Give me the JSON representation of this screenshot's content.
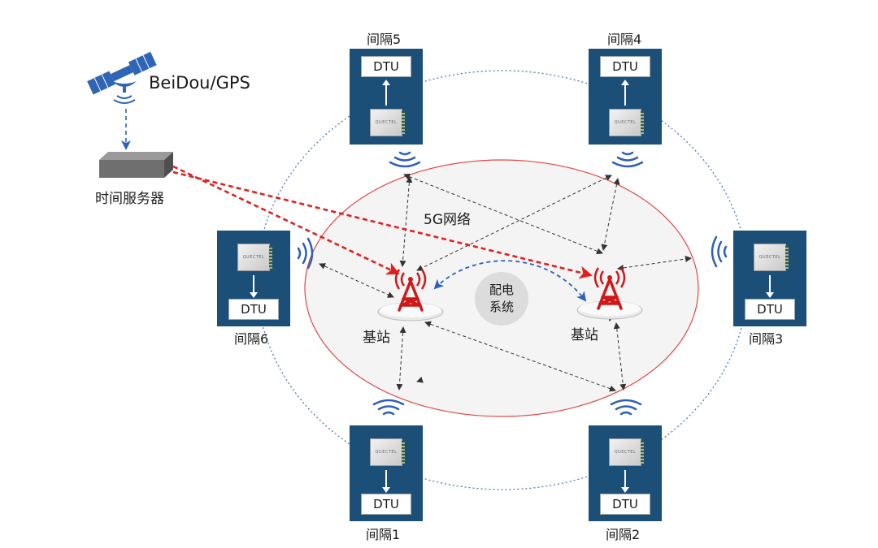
{
  "satellite": {
    "label": "BeiDou/GPS",
    "icon": "satellite-icon"
  },
  "time_server": {
    "label": "时间服务器",
    "icon": "server-icon"
  },
  "network": {
    "label": "5G网络"
  },
  "center": {
    "line1": "配电",
    "line2": "系统"
  },
  "base_stations": [
    {
      "label": "基站",
      "icon": "cell-tower-icon"
    },
    {
      "label": "基站",
      "icon": "cell-tower-icon"
    }
  ],
  "intervals": [
    {
      "label": "间隔1",
      "dtu": "DTU",
      "module_text": "QUECTEL"
    },
    {
      "label": "间隔2",
      "dtu": "DTU",
      "module_text": "QUECTEL"
    },
    {
      "label": "间隔3",
      "dtu": "DTU",
      "module_text": "QUECTEL"
    },
    {
      "label": "间隔4",
      "dtu": "DTU",
      "module_text": "QUECTEL"
    },
    {
      "label": "间隔5",
      "dtu": "DTU",
      "module_text": "QUECTEL"
    },
    {
      "label": "间隔6",
      "dtu": "DTU",
      "module_text": "QUECTEL"
    }
  ],
  "colors": {
    "interval_box": "#1b4f78",
    "red_link": "#e02020",
    "blue_link": "#2f5fbf",
    "wireless_waves": "#2e5fb8",
    "network_border": "#e04848",
    "network_fill": "#f4f4f4"
  }
}
